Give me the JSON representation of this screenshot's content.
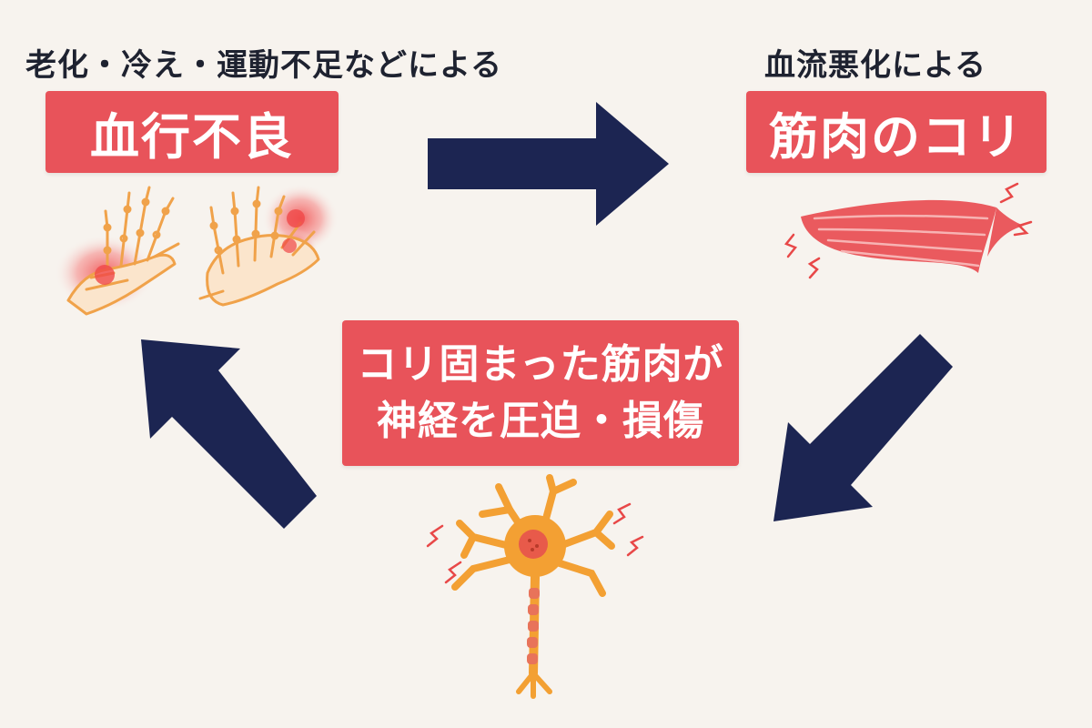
{
  "left_node": {
    "caption": "老化・冷え・運動不足などによる",
    "label": "血行不良"
  },
  "right_node": {
    "caption": "血流悪化による",
    "label": "筋肉のコリ"
  },
  "center_node": {
    "label_line1": "コリ固まった筋肉が",
    "label_line2": "神経を圧迫・損傷"
  },
  "colors": {
    "background": "#f7f3ee",
    "label_red": "#e8535a",
    "arrow_navy": "#1c2552",
    "bone_orange": "#f0a24a",
    "inflammation_red": "#f04848",
    "muscle_red": "#ea5a5e",
    "neuron_orange": "#f3a033"
  },
  "icons": {
    "left": "hand-bones-inflammation-icon",
    "right": "tense-muscle-icon",
    "bottom": "neuron-icon"
  }
}
